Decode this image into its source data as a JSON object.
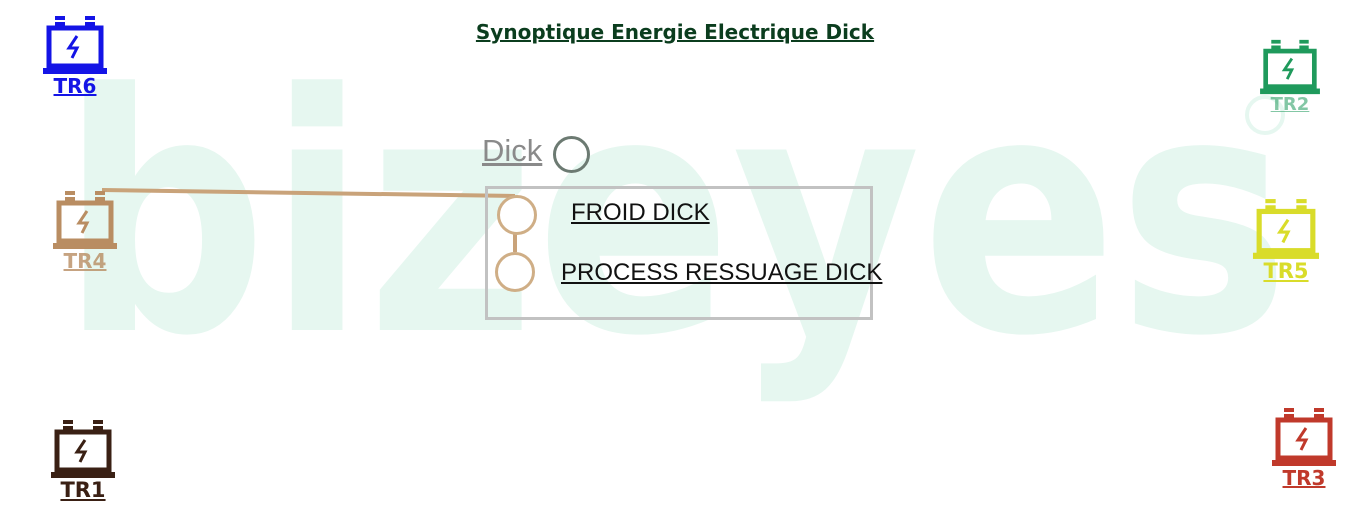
{
  "title": "Synoptique Energie Electrique Dick",
  "watermark": {
    "text": "bizeyes",
    "color": "#e6f7f0"
  },
  "transformers": [
    {
      "id": "tr6",
      "label": "TR6",
      "color": "#1414e6"
    },
    {
      "id": "tr2",
      "label": "TR2",
      "color": "#1f9a5c"
    },
    {
      "id": "tr4",
      "label": "TR4",
      "color": "#b98d62"
    },
    {
      "id": "tr5",
      "label": "TR5",
      "color": "#d9dc2a"
    },
    {
      "id": "tr1",
      "label": "TR1",
      "color": "#3a2014"
    },
    {
      "id": "tr3",
      "label": "TR3",
      "color": "#c0392b"
    }
  ],
  "group": {
    "label": "Dick",
    "nodes": [
      {
        "label": "FROID DICK"
      },
      {
        "label": "PROCESS RESSUAGE DICK"
      }
    ]
  },
  "connector_color": "#c9a37a",
  "icons": {
    "transformer": "transformer-lightning-icon"
  }
}
